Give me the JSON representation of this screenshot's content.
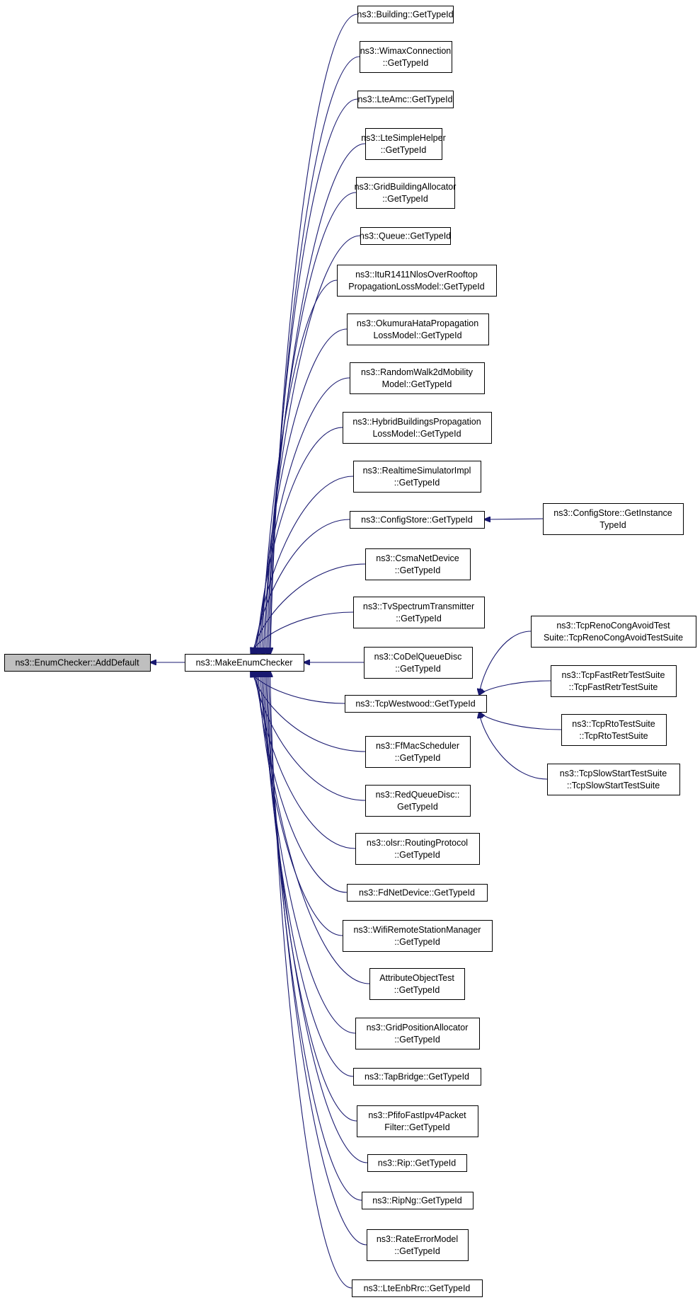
{
  "diagram": {
    "type": "call-graph",
    "colors": {
      "edge": "#191970",
      "box_border": "#000000",
      "box_fill": "#ffffff",
      "root_fill": "#bfbfbf",
      "text": "#000000"
    },
    "nodes": [
      {
        "id": "adddefault",
        "lines": [
          "ns3::EnumChecker::AddDefault"
        ],
        "root": true
      },
      {
        "id": "makeenum",
        "lines": [
          "ns3::MakeEnumChecker"
        ]
      },
      {
        "id": "building",
        "lines": [
          "ns3::Building::GetTypeId"
        ]
      },
      {
        "id": "wimaxconn",
        "lines": [
          "ns3::WimaxConnection",
          "::GetTypeId"
        ]
      },
      {
        "id": "lteamc",
        "lines": [
          "ns3::LteAmc::GetTypeId"
        ]
      },
      {
        "id": "ltesimple",
        "lines": [
          "ns3::LteSimpleHelper",
          "::GetTypeId"
        ]
      },
      {
        "id": "gridbuilding",
        "lines": [
          "ns3::GridBuildingAllocator",
          "::GetTypeId"
        ]
      },
      {
        "id": "queue",
        "lines": [
          "ns3::Queue::GetTypeId"
        ]
      },
      {
        "id": "itur1411",
        "lines": [
          "ns3::ItuR1411NlosOverRooftop",
          "PropagationLossModel::GetTypeId"
        ]
      },
      {
        "id": "okumura",
        "lines": [
          "ns3::OkumuraHataPropagation",
          "LossModel::GetTypeId"
        ]
      },
      {
        "id": "randomwalk",
        "lines": [
          "ns3::RandomWalk2dMobility",
          "Model::GetTypeId"
        ]
      },
      {
        "id": "hybrid",
        "lines": [
          "ns3::HybridBuildingsPropagation",
          "LossModel::GetTypeId"
        ]
      },
      {
        "id": "realtime",
        "lines": [
          "ns3::RealtimeSimulatorImpl",
          "::GetTypeId"
        ]
      },
      {
        "id": "configstore",
        "lines": [
          "ns3::ConfigStore::GetTypeId"
        ]
      },
      {
        "id": "configinst",
        "lines": [
          "ns3::ConfigStore::GetInstance",
          "TypeId"
        ]
      },
      {
        "id": "csma",
        "lines": [
          "ns3::CsmaNetDevice",
          "::GetTypeId"
        ]
      },
      {
        "id": "tvspectrum",
        "lines": [
          "ns3::TvSpectrumTransmitter",
          "::GetTypeId"
        ]
      },
      {
        "id": "codel",
        "lines": [
          "ns3::CoDelQueueDisc",
          "::GetTypeId"
        ]
      },
      {
        "id": "westwood",
        "lines": [
          "ns3::TcpWestwood::GetTypeId"
        ]
      },
      {
        "id": "tcpreno",
        "lines": [
          "ns3::TcpRenoCongAvoidTest",
          "Suite::TcpRenoCongAvoidTestSuite"
        ]
      },
      {
        "id": "tcpfast",
        "lines": [
          "ns3::TcpFastRetrTestSuite",
          "::TcpFastRetrTestSuite"
        ]
      },
      {
        "id": "tcprto",
        "lines": [
          "ns3::TcpRtoTestSuite",
          "::TcpRtoTestSuite"
        ]
      },
      {
        "id": "tcpslow",
        "lines": [
          "ns3::TcpSlowStartTestSuite",
          "::TcpSlowStartTestSuite"
        ]
      },
      {
        "id": "ffmac",
        "lines": [
          "ns3::FfMacScheduler",
          "::GetTypeId"
        ]
      },
      {
        "id": "redqueue",
        "lines": [
          "ns3::RedQueueDisc::",
          "GetTypeId"
        ]
      },
      {
        "id": "olsr",
        "lines": [
          "ns3::olsr::RoutingProtocol",
          "::GetTypeId"
        ]
      },
      {
        "id": "fdnet",
        "lines": [
          "ns3::FdNetDevice::GetTypeId"
        ]
      },
      {
        "id": "wifiremote",
        "lines": [
          "ns3::WifiRemoteStationManager",
          "::GetTypeId"
        ]
      },
      {
        "id": "attrobj",
        "lines": [
          "AttributeObjectTest",
          "::GetTypeId"
        ]
      },
      {
        "id": "gridpos",
        "lines": [
          "ns3::GridPositionAllocator",
          "::GetTypeId"
        ]
      },
      {
        "id": "tapbridge",
        "lines": [
          "ns3::TapBridge::GetTypeId"
        ]
      },
      {
        "id": "pfifo",
        "lines": [
          "ns3::PfifoFastIpv4Packet",
          "Filter::GetTypeId"
        ]
      },
      {
        "id": "rip",
        "lines": [
          "ns3::Rip::GetTypeId"
        ]
      },
      {
        "id": "ripng",
        "lines": [
          "ns3::RipNg::GetTypeId"
        ]
      },
      {
        "id": "rateerror",
        "lines": [
          "ns3::RateErrorModel",
          "::GetTypeId"
        ]
      },
      {
        "id": "lteenbrrc",
        "lines": [
          "ns3::LteEnbRrc::GetTypeId"
        ]
      }
    ],
    "edges": [
      {
        "from": "makeenum",
        "to": "adddefault"
      },
      {
        "from": "building",
        "to": "makeenum"
      },
      {
        "from": "wimaxconn",
        "to": "makeenum"
      },
      {
        "from": "lteamc",
        "to": "makeenum"
      },
      {
        "from": "ltesimple",
        "to": "makeenum"
      },
      {
        "from": "gridbuilding",
        "to": "makeenum"
      },
      {
        "from": "queue",
        "to": "makeenum"
      },
      {
        "from": "itur1411",
        "to": "makeenum"
      },
      {
        "from": "okumura",
        "to": "makeenum"
      },
      {
        "from": "randomwalk",
        "to": "makeenum"
      },
      {
        "from": "hybrid",
        "to": "makeenum"
      },
      {
        "from": "realtime",
        "to": "makeenum"
      },
      {
        "from": "configstore",
        "to": "makeenum"
      },
      {
        "from": "configinst",
        "to": "configstore"
      },
      {
        "from": "csma",
        "to": "makeenum"
      },
      {
        "from": "tvspectrum",
        "to": "makeenum"
      },
      {
        "from": "codel",
        "to": "makeenum"
      },
      {
        "from": "westwood",
        "to": "makeenum"
      },
      {
        "from": "tcpreno",
        "to": "westwood"
      },
      {
        "from": "tcpfast",
        "to": "westwood"
      },
      {
        "from": "tcprto",
        "to": "westwood"
      },
      {
        "from": "tcpslow",
        "to": "westwood"
      },
      {
        "from": "ffmac",
        "to": "makeenum"
      },
      {
        "from": "redqueue",
        "to": "makeenum"
      },
      {
        "from": "olsr",
        "to": "makeenum"
      },
      {
        "from": "fdnet",
        "to": "makeenum"
      },
      {
        "from": "wifiremote",
        "to": "makeenum"
      },
      {
        "from": "attrobj",
        "to": "makeenum"
      },
      {
        "from": "gridpos",
        "to": "makeenum"
      },
      {
        "from": "tapbridge",
        "to": "makeenum"
      },
      {
        "from": "pfifo",
        "to": "makeenum"
      },
      {
        "from": "rip",
        "to": "makeenum"
      },
      {
        "from": "ripng",
        "to": "makeenum"
      },
      {
        "from": "rateerror",
        "to": "makeenum"
      },
      {
        "from": "lteenbrrc",
        "to": "makeenum"
      }
    ]
  }
}
